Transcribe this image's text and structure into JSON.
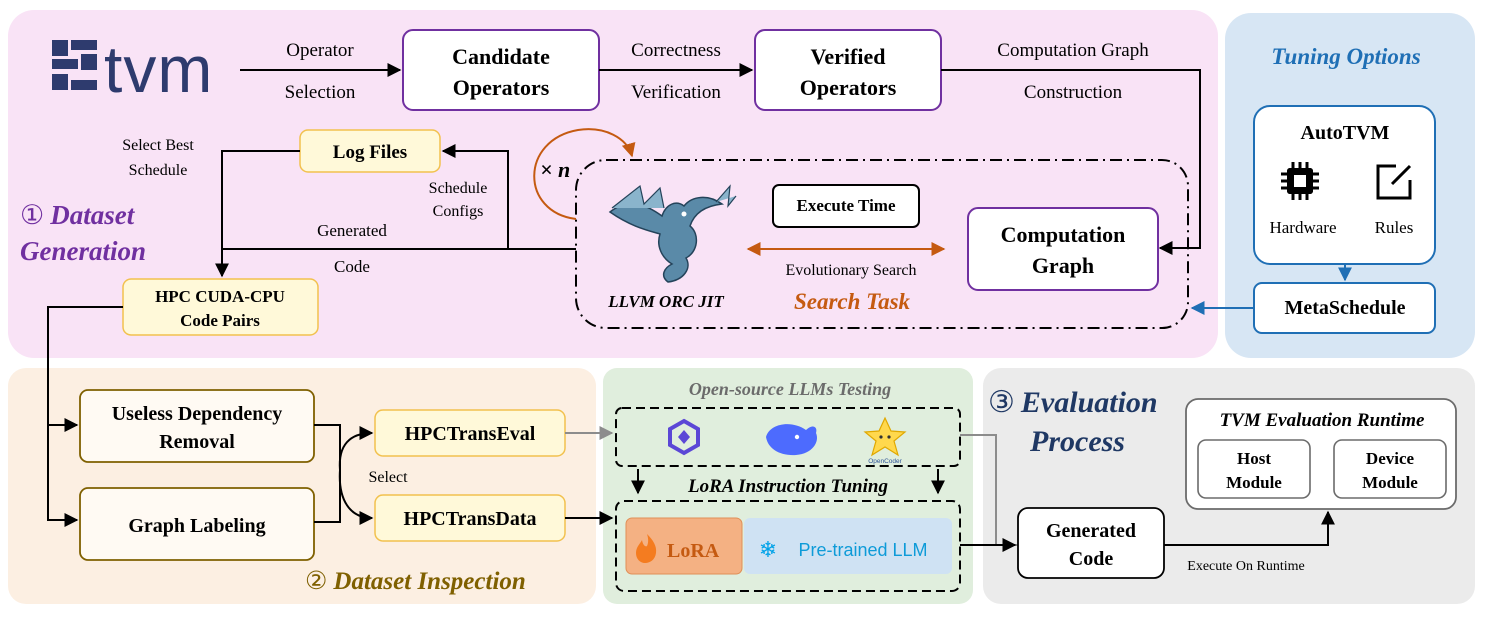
{
  "generation": {
    "title_num": "①",
    "title_line1": "Dataset",
    "title_line2": "Generation",
    "tvm_logo_text": "tvm",
    "edge_operator_selection": [
      "Operator",
      "Selection"
    ],
    "candidate_operators": [
      "Candidate",
      "Operators"
    ],
    "edge_correctness_verification": [
      "Correctness",
      "Verification"
    ],
    "verified_operators": [
      "Verified",
      "Operators"
    ],
    "edge_graph_construction": [
      "Computation Graph",
      "Construction"
    ],
    "log_files": "Log Files",
    "select_best_schedule": [
      "Select Best",
      "Schedule"
    ],
    "schedule_configs": [
      "Schedule",
      "Configs"
    ],
    "generated_code": [
      "Generated",
      "Code"
    ],
    "repeat": "× n",
    "code_pairs": [
      "HPC CUDA-CPU",
      "Code Pairs"
    ],
    "execute_time": "Execute Time",
    "evolutionary_search": "Evolutionary Search",
    "llvm_orc_jit": "LLVM ORC JIT",
    "search_task": "Search Task",
    "computation_graph": [
      "Computation",
      "Graph"
    ]
  },
  "tuning": {
    "title": "Tuning Options",
    "autotvm": "AutoTVM",
    "hardware": "Hardware",
    "rules": "Rules",
    "metaschedule": "MetaSchedule"
  },
  "inspection": {
    "title_num": "②",
    "title": "Dataset Inspection",
    "useless_dependency": [
      "Useless Dependency",
      "Removal"
    ],
    "graph_labeling": "Graph Labeling",
    "select": "Select",
    "hpctranseval": "HPCTransEval",
    "hpctransdata": "HPCTransData"
  },
  "llms": {
    "testing_title": "Open-source LLMs Testing",
    "lora_tuning": "LoRA Instruction Tuning",
    "lora": "LoRA",
    "pretrained": "Pre-trained LLM",
    "opencoder_label": "OpenCoder"
  },
  "evaluation": {
    "title_num": "③",
    "title_line1": "Evaluation",
    "title_line2": "Process",
    "runtime_title": "TVM Evaluation Runtime",
    "host_module": [
      "Host",
      "Module"
    ],
    "device_module": [
      "Device",
      "Module"
    ],
    "generated_code": [
      "Generated",
      "Code"
    ],
    "execute_on_runtime": "Execute On Runtime"
  },
  "colors": {
    "pink_bg": "#f9e3f6",
    "blue_bg": "#d7e6f4",
    "peach_bg": "#fcefe2",
    "green_bg": "#e0eedd",
    "gray_bg": "#ebebeb",
    "purple": "#7030a0",
    "accent_blue": "#1f6fb5",
    "orange": "#c55a11",
    "gold": "#7f6000",
    "navy": "#1f3864"
  }
}
